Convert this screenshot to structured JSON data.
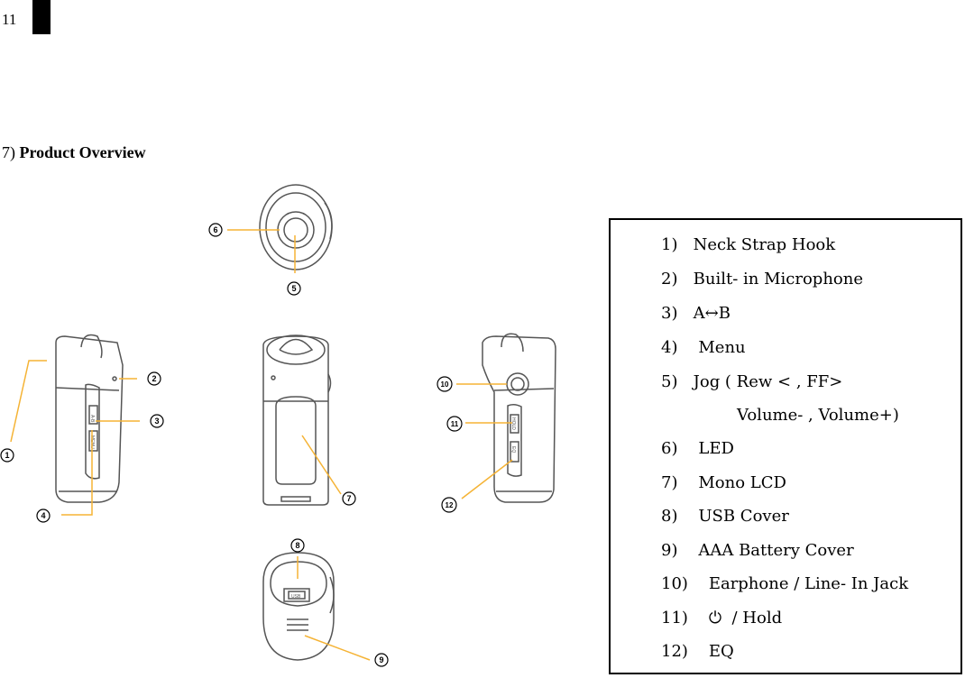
{
  "page_number": "11",
  "section": {
    "prefix": "7)",
    "title": "Product Overview"
  },
  "legend": [
    {
      "text": "1)   Neck Strap Hook"
    },
    {
      "text": "2)   Built- in Microphone"
    },
    {
      "text": "3)   A↔B"
    },
    {
      "text": "4)    Menu"
    },
    {
      "text": "5)   Jog ( Rew < , FF>"
    },
    {
      "text": "Volume- , Volume+)"
    },
    {
      "text": "6)    LED"
    },
    {
      "text": "7)    Mono LCD"
    },
    {
      "text": "8)    USB Cover"
    },
    {
      "text": "9)    AAA Battery Cover"
    },
    {
      "text": "10)    Earphone / Line- In Jack"
    },
    {
      "text": "11)    ⏻  / Hold"
    },
    {
      "text": "12)    EQ"
    }
  ],
  "callouts": [
    "1",
    "2",
    "3",
    "4",
    "5",
    "6",
    "7",
    "8",
    "9",
    "10",
    "11",
    "12"
  ],
  "device_labels": {
    "usb": "USB",
    "menu": "MENU",
    "ab": "A-B",
    "hold": "HOLD",
    "eq": "EQ"
  },
  "colors": {
    "leader": "#f5b335",
    "outline": "#555555"
  }
}
